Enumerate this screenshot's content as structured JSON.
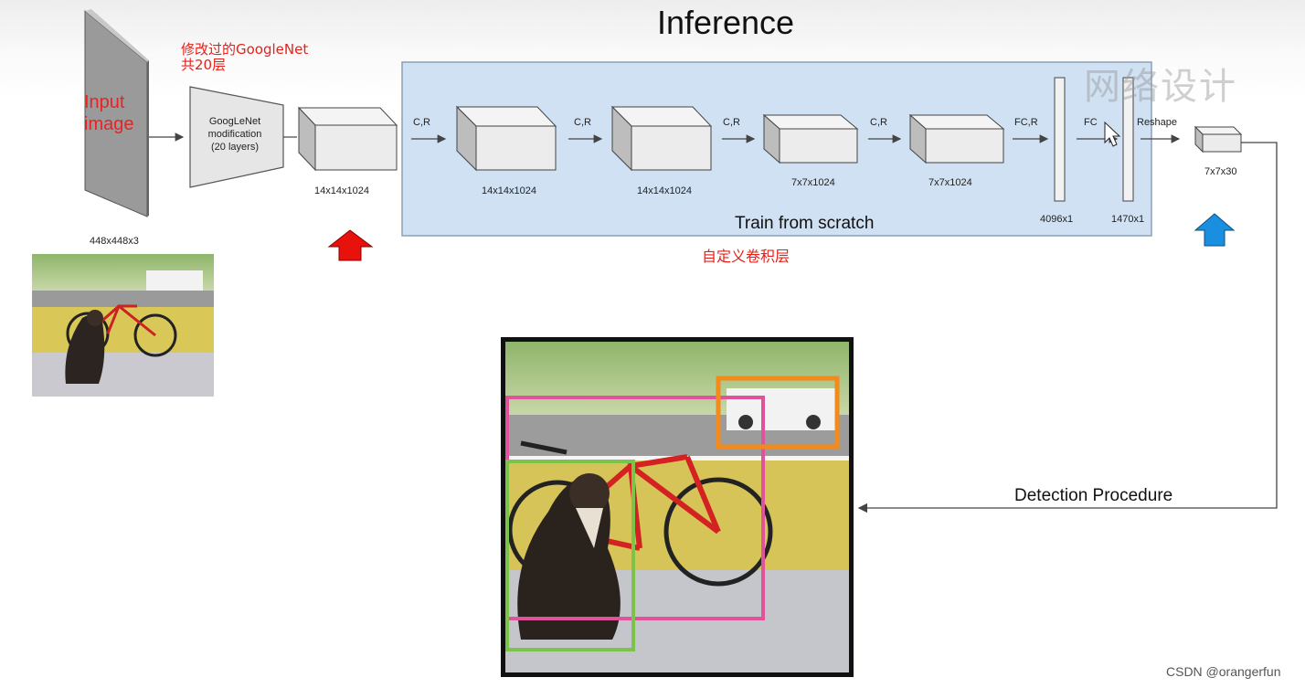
{
  "title": "Inference",
  "annotation_googlenet": [
    "修改过的GoogleNet",
    "共20层"
  ],
  "annotation_custom_layers": "自定义卷积层",
  "input_label": [
    "Input",
    "image"
  ],
  "input_size": "448x448x3",
  "googlenet_box": [
    "GoogLeNet",
    "modification",
    "(20 layers)"
  ],
  "tensor_labels": {
    "after_googlenet": "14x14x1024",
    "conv1": "14x14x1024",
    "conv2": "14x14x1024",
    "conv3": "7x7x1024",
    "conv4": "7x7x1024",
    "fc1": "4096x1",
    "fc2": "1470x1",
    "output": "7x7x30"
  },
  "ops": {
    "op1": "C,R",
    "op2": "C,R",
    "op3": "C,R",
    "op4": "C,R",
    "op5": "FC,R",
    "op6": "FC",
    "op7": "Reshape"
  },
  "train_label": "Train from scratch",
  "detection_label": "Detection Procedure",
  "watermark": "网络设计",
  "credit": "CSDN @orangerfun",
  "colors": {
    "train_box_fill": "#cfe1f2",
    "train_box_stroke": "#8aa0b4",
    "red_arrow": "#e8120c",
    "blue_arrow": "#1a8fe0",
    "box_pink": "#e0529a",
    "box_orange": "#f28a1c",
    "box_green": "#7cc34a"
  }
}
